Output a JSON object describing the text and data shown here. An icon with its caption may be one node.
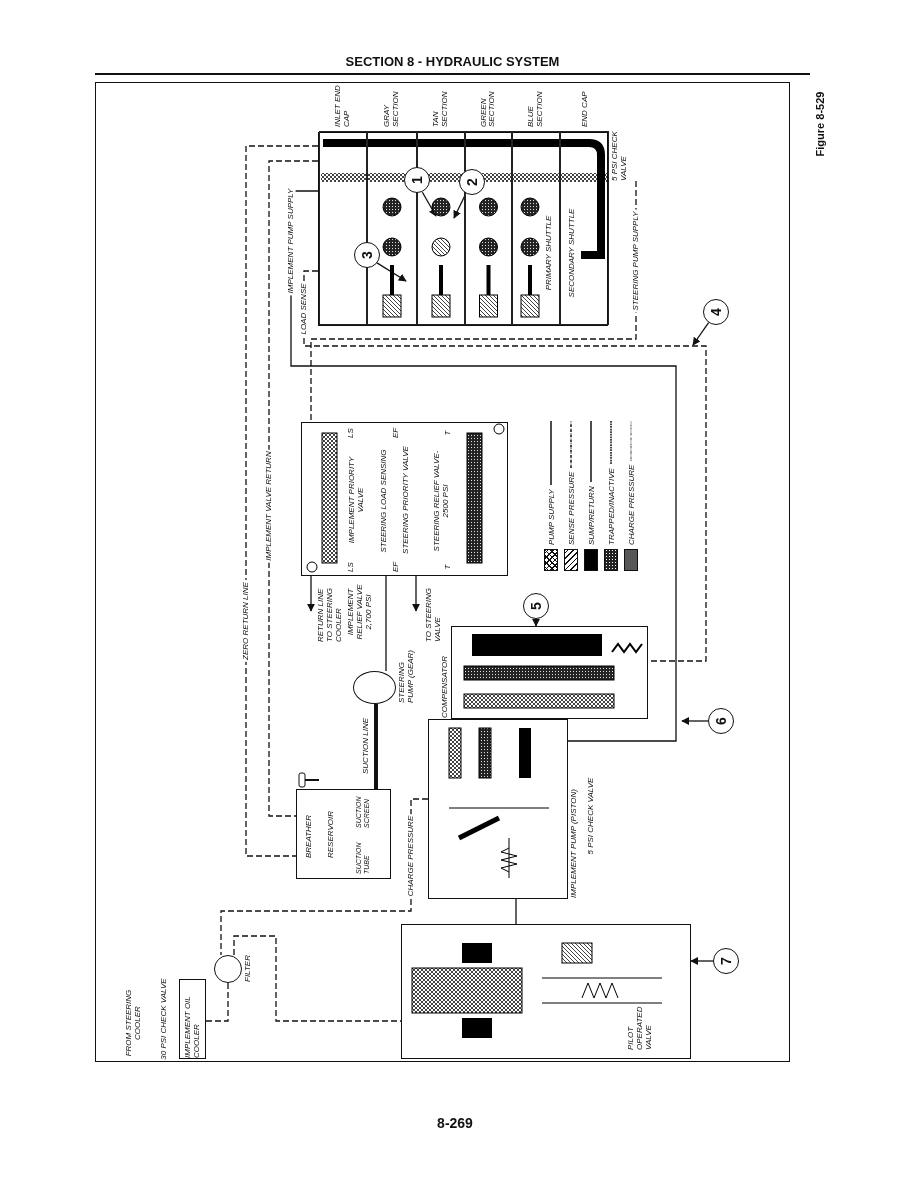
{
  "diagram": {
    "title": "SECTION 8 - HYDRAULIC SYSTEM",
    "caption": "Figure 8-529",
    "nodes": [
      {
        "text": [],
        "shape": "box"
      },
      {
        "text": [
          "INLET END CAP"
        ],
        "in": 0
      },
      {
        "text": [
          "GRAY SECTION"
        ],
        "in": 0
      },
      {
        "text": [
          "TAN SECTION"
        ],
        "in": 0
      },
      {
        "text": [
          "GREEN SECTION"
        ],
        "in": 0
      },
      {
        "text": [
          "BLUE SECTION"
        ],
        "in": 0
      },
      {
        "text": [
          "END CAP"
        ],
        "in": 0
      },
      {
        "text": [
          "1"
        ],
        "in": 0
      },
      {
        "text": [
          "2"
        ],
        "in": 0
      },
      {
        "text": [
          "3"
        ],
        "in": 0
      },
      {
        "text": [
          "5 PSI CHECK VALVE"
        ]
      },
      {
        "text": [
          "4"
        ]
      },
      {
        "text": [],
        "shape": "box"
      },
      {
        "text": [
          "IMPLEMENT PRIORITY VALVE"
        ],
        "in": 12
      },
      {
        "text": [
          "STEERING PRIORITY VALVE"
        ],
        "in": 12
      },
      {
        "text": [],
        "shape": "circle",
        "beside": [
          "STEERING PUMP (GEAR)"
        ]
      },
      {
        "text": [
          "5"
        ]
      },
      {
        "text": [
          "COMPENSATOR"
        ]
      },
      {
        "text": [],
        "shape": "box",
        "beside": [
          "IMPLEMENT PUMP (PISTON)"
        ]
      },
      {
        "text": [
          "BREATHER",
          "RESERVOIR",
          "SUCTION SCREEN",
          "SUCTION TUBE"
        ]
      },
      {
        "text": [
          "6"
        ]
      },
      {
        "text": [],
        "shape": "circle",
        "beside": [
          "FILTER"
        ]
      },
      {
        "text": [
          "IMPLEMENT OIL COOLER"
        ]
      },
      {
        "text": [
          "7"
        ]
      },
      {
        "text": [
          "PILOT OPERATED VALVE"
        ]
      }
    ],
    "edges": [
      {
        "from": 18,
        "to": 0,
        "arrow": "none",
        "label": "IMPLEMENT PUMP SUPPLY"
      },
      {
        "from": 10,
        "to": 12,
        "arrow": "none",
        "label": "STEERING PUMP SUPPLY",
        "style": "dashed"
      },
      {
        "from": 0,
        "to": 17,
        "arrow": "none",
        "label": "LOAD SENSE",
        "style": "dashed"
      },
      {
        "from": 0,
        "to": 19,
        "arrow": "none",
        "label": "IMPLEMENT VALVE RETURN",
        "style": "dashed"
      },
      {
        "from": 0,
        "to": 19,
        "arrow": "none",
        "label": "ZERO RETURN LINE",
        "style": "dashed"
      },
      {
        "from": 19,
        "to": 15,
        "arrow": "none",
        "label": "SUCTION LINE",
        "style": "thick"
      },
      {
        "from": 18,
        "to": 21,
        "arrow": "none",
        "label": "CHARGE PRESSURE",
        "style": "dashed"
      },
      {
        "from": 15,
        "to": 12,
        "arrow": "none"
      },
      {
        "from": 12,
        "to": null,
        "arrow": "to",
        "label": "RETURN LINE TO STEERING COOLER"
      },
      {
        "from": 12,
        "to": null,
        "arrow": "to",
        "label": "TO STEERING VALVE"
      },
      {
        "from": 22,
        "to": 21,
        "arrow": "none",
        "style": "dashed"
      },
      {
        "from": 21,
        "to": 24,
        "arrow": "none",
        "style": "dashed"
      },
      {
        "from": 18,
        "to": 24,
        "arrow": "none"
      },
      {
        "from": 7,
        "to": 3,
        "arrow": "to"
      },
      {
        "from": 8,
        "to": 3,
        "arrow": "to"
      },
      {
        "from": 9,
        "to": 2,
        "arrow": "to"
      },
      {
        "from": 11,
        "to": null,
        "arrow": "to"
      },
      {
        "from": 16,
        "to": 17,
        "arrow": "to"
      },
      {
        "from": 20,
        "to": null,
        "arrow": "to"
      },
      {
        "from": 23,
        "to": 24,
        "arrow": "to"
      }
    ],
    "labels": [
      "PRIMARY SHUTTLE",
      "SECONDARY SHUTTLE",
      "STEERING LOAD SENSING",
      "STEERING RELIEF VALVE-2500 PSI",
      "IMPLEMENT RELIEF VALVE 2,700 PSI",
      "LS",
      "T",
      "LS",
      "T",
      "EF",
      "EF",
      "5 PSI CHECK VALVE",
      "FROM STEERING COOLER",
      "30 PSI CHECK VALVE",
      "8-269"
    ],
    "legend": [
      {
        "text": "PUMP SUPPLY"
      },
      {
        "text": "SENSE PRESSURE"
      },
      {
        "text": "SUMP/RETURN",
        "color": "#000000"
      },
      {
        "text": "TRAPPED/INACTIVE"
      },
      {
        "text": "CHARGE PRESSURE"
      }
    ]
  }
}
